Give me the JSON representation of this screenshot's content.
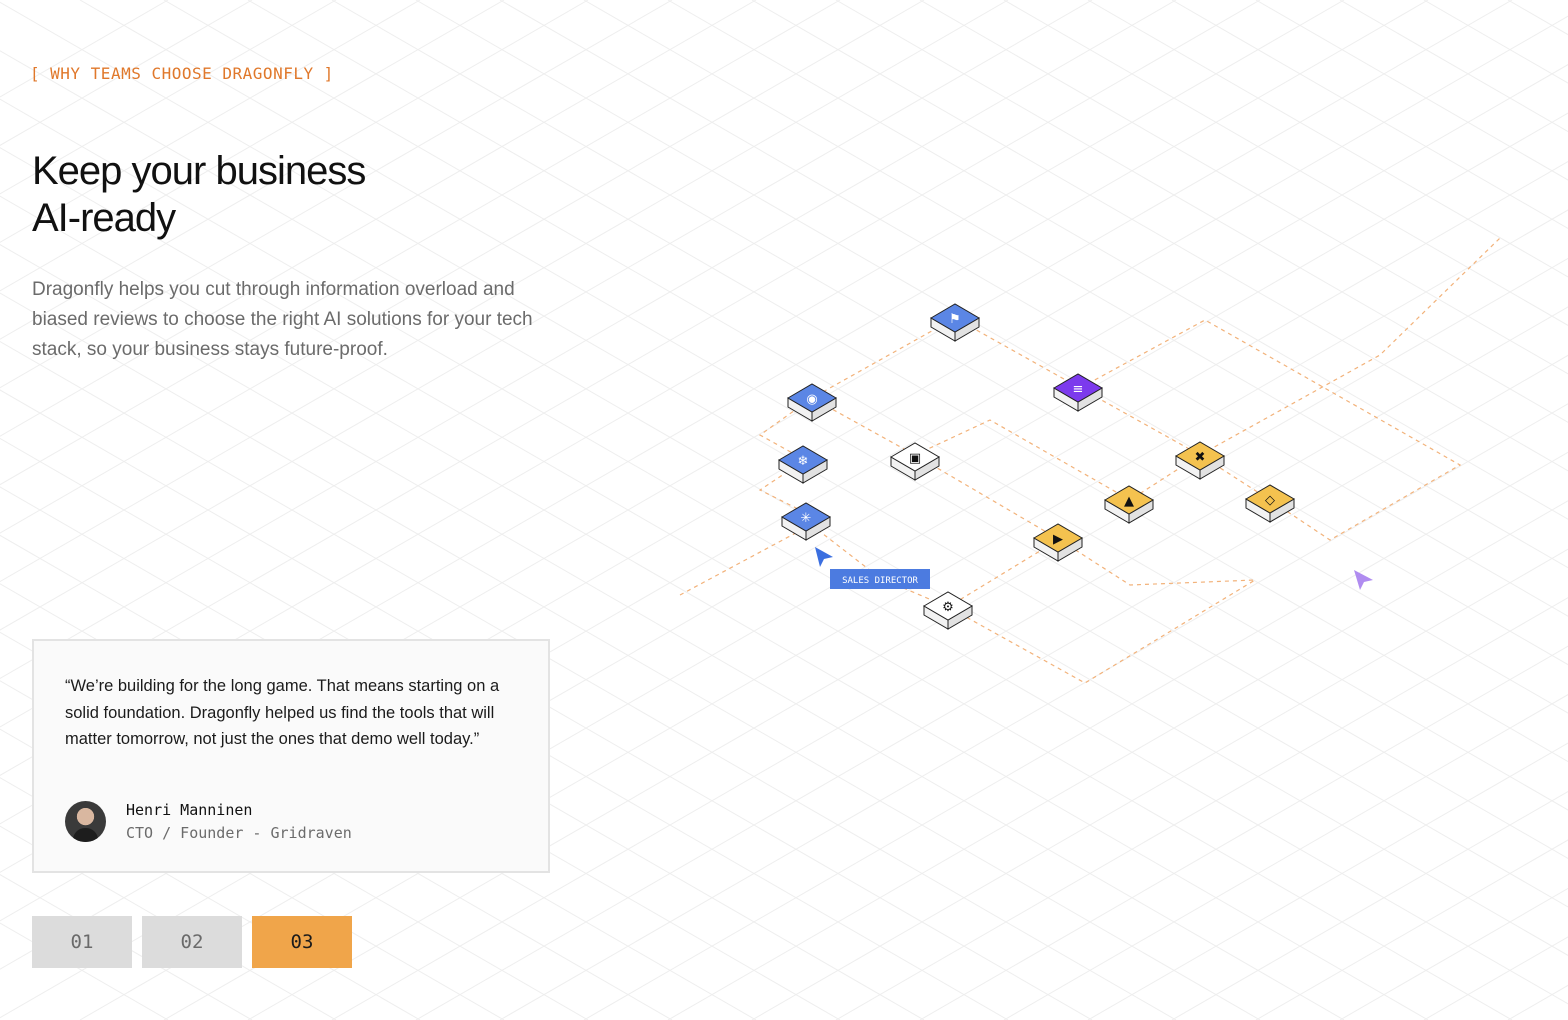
{
  "eyebrow": {
    "open": "[",
    "text": "WHY TEAMS CHOOSE DRAGONFLY",
    "close": "]"
  },
  "headline": {
    "line1": "Keep your business",
    "line2": "AI-ready"
  },
  "description": "Dragonfly helps you cut through information overload and biased reviews to choose the right AI solutions for your tech stack, so your business stays future-proof.",
  "testimonial": {
    "quote": "“We’re building for the long game. That means starting on a solid foundation. Dragonfly helped us find the tools that will matter tomorrow, not just the ones that demo well today.”",
    "author_name": "Henri Manninen",
    "author_role": "CTO / Founder - Gridraven"
  },
  "pager": {
    "items": [
      "01",
      "02",
      "03"
    ],
    "active": "03"
  },
  "illustration": {
    "badge_label": "SALES DIRECTOR",
    "colors": {
      "accent": "#e0782b",
      "connector": "#f2b27a",
      "blue_tile": "#5b86e5",
      "purple_tile": "#7c3aed",
      "yellow_tile": "#f4c24f",
      "white_tile": "#ffffff",
      "badge": "#4c7be0",
      "cursor_blue": "#3b6fe0",
      "cursor_purple": "#b08cf0"
    },
    "tiles": [
      {
        "name": "logo-tile-blue-1",
        "color": "blue",
        "icon": "ribbon-icon"
      },
      {
        "name": "logo-tile-blue-2",
        "color": "blue",
        "icon": "eye-icon"
      },
      {
        "name": "logo-tile-blue-3",
        "color": "blue",
        "icon": "snowflake-icon"
      },
      {
        "name": "logo-tile-blue-4",
        "color": "blue",
        "icon": "sparkle-icon"
      },
      {
        "name": "logo-tile-purple",
        "color": "purple",
        "icon": "signal-icon"
      },
      {
        "name": "logo-tile-white-1",
        "color": "white",
        "icon": "lock-icon"
      },
      {
        "name": "logo-tile-white-2",
        "color": "white",
        "icon": "gear-icon"
      },
      {
        "name": "logo-tile-yellow-1",
        "color": "yellow",
        "icon": "x-icon"
      },
      {
        "name": "logo-tile-yellow-2",
        "color": "yellow",
        "icon": "tree-icon"
      },
      {
        "name": "logo-tile-yellow-3",
        "color": "yellow",
        "icon": "shape-icon"
      },
      {
        "name": "logo-tile-yellow-4",
        "color": "yellow",
        "icon": "play-icon"
      }
    ]
  }
}
